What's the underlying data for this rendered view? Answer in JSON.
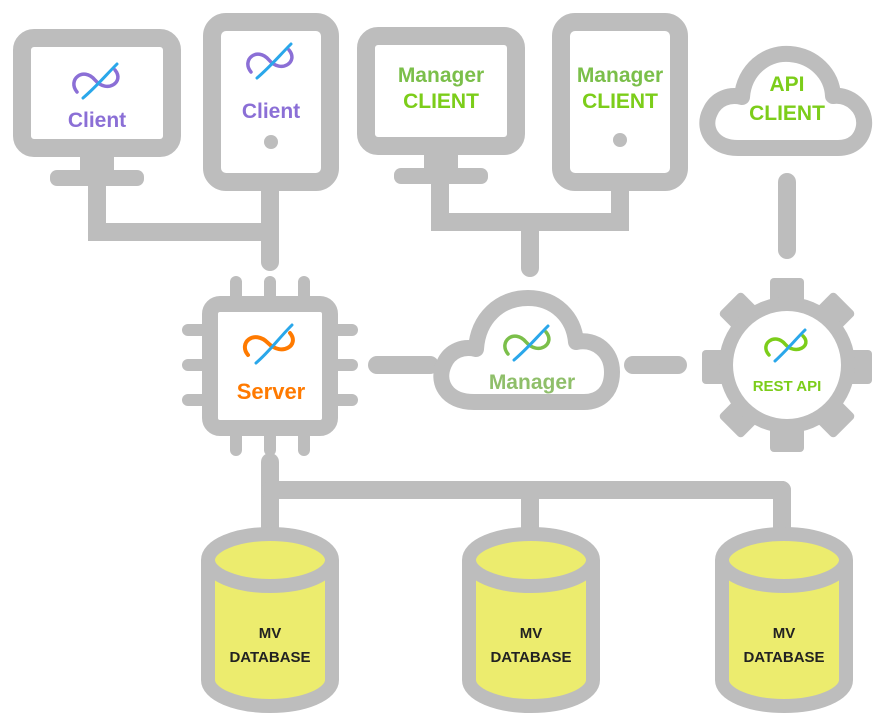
{
  "colors": {
    "frame": "#bdbdbd",
    "client_purple": "#8b6fd6",
    "manager_green": "#7bbf4a",
    "client_green": "#7ccd1a",
    "server_orange": "#ff7a00",
    "db_fill": "#ecec6e",
    "logo_blue": "#2aa7ea"
  },
  "icons": [
    "monitor-icon",
    "tablet-icon",
    "cloud-icon",
    "chip-icon",
    "gear-icon",
    "database-icon",
    "infinity-logo-icon"
  ],
  "nodes": {
    "client_monitor": {
      "label": "Client"
    },
    "client_tablet": {
      "label": "Client"
    },
    "manager_client_monitor": {
      "line1": "Manager",
      "line2": "CLIENT"
    },
    "manager_client_tablet": {
      "line1": "Manager",
      "line2": "CLIENT"
    },
    "api_client": {
      "line1": "API",
      "line2": "CLIENT"
    },
    "server": {
      "label": "Server"
    },
    "manager": {
      "label": "Manager"
    },
    "rest_api": {
      "label": "REST API"
    },
    "databases": [
      {
        "line1": "MV",
        "line2": "DATABASE"
      },
      {
        "line1": "MV",
        "line2": "DATABASE"
      },
      {
        "line1": "MV",
        "line2": "DATABASE"
      }
    ]
  }
}
